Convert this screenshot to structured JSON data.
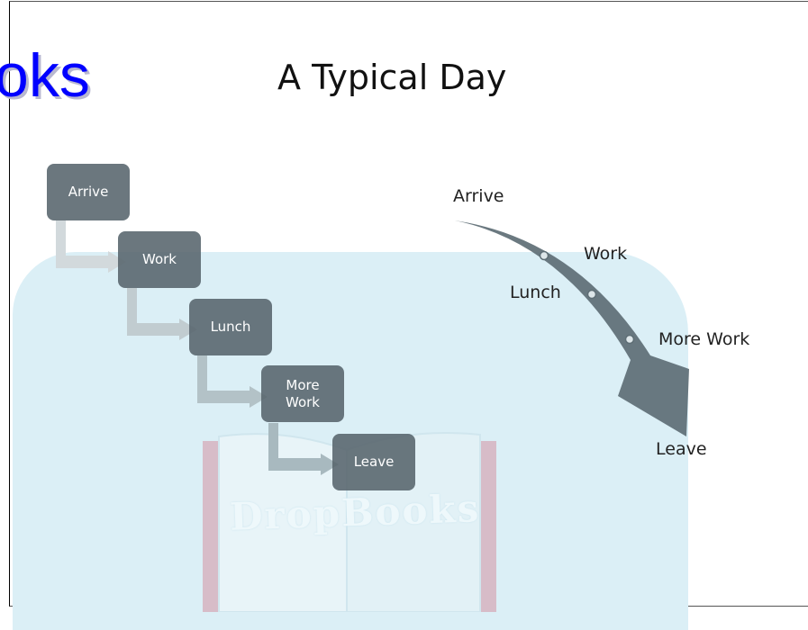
{
  "brand_fragment": "oks",
  "title": "A Typical Day",
  "watermark": {
    "text": "DropBooks"
  },
  "steps": [
    {
      "label": "Arrive"
    },
    {
      "label": "Work"
    },
    {
      "label": "Lunch"
    },
    {
      "label": "More\nWork"
    },
    {
      "label": "Leave"
    }
  ],
  "curve": {
    "start_label": "Arrive",
    "end_label": "Leave",
    "milestones": [
      {
        "label": "Work"
      },
      {
        "label": "Lunch"
      },
      {
        "label": "More Work"
      }
    ]
  },
  "colors": {
    "step_fill": "#57646c",
    "connector": "#c9d3d6",
    "watermark_bg": "#dbeff6",
    "brand": "#0000ff"
  }
}
